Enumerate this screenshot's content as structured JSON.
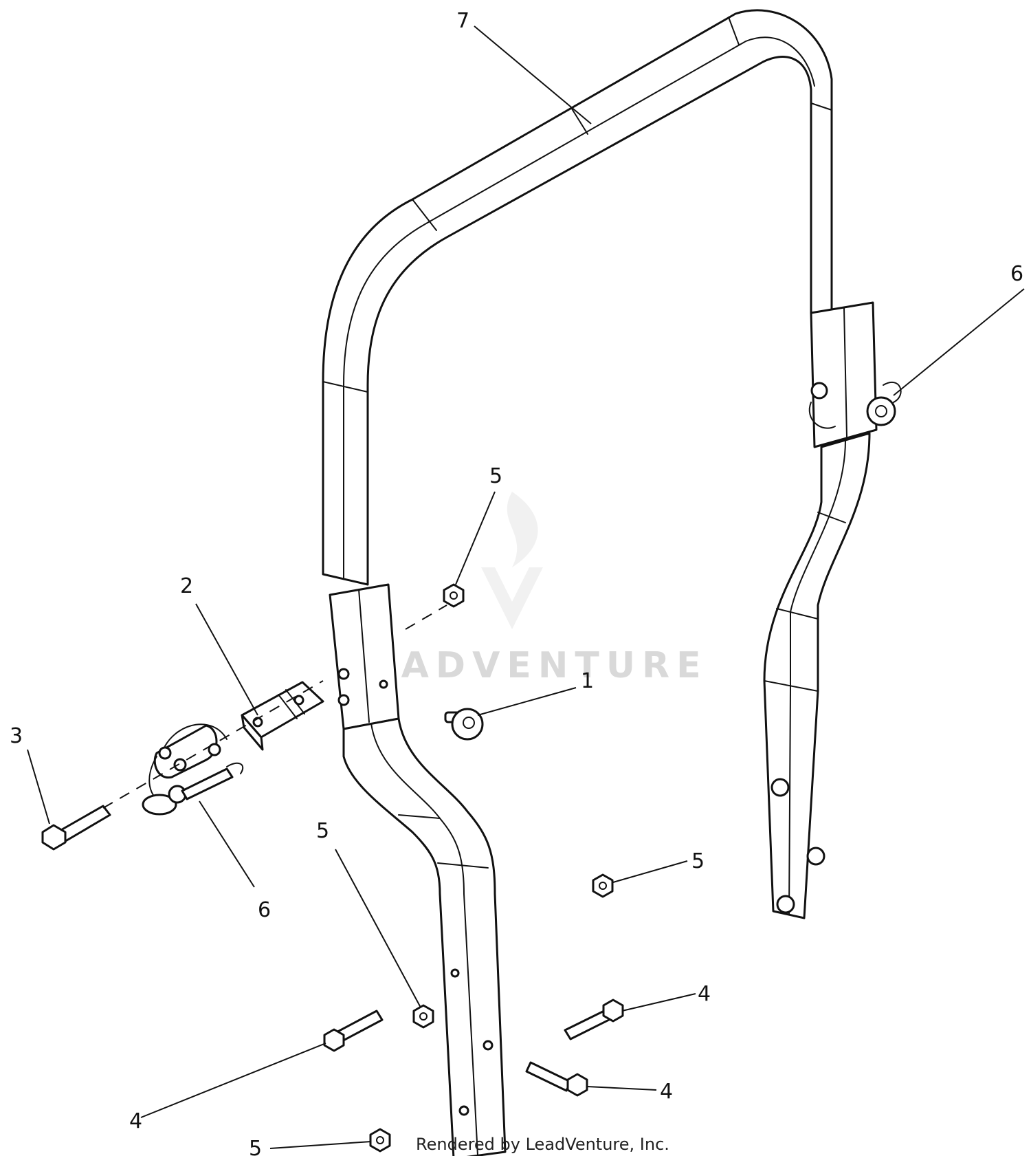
{
  "credit": "Rendered by LeadVenture, Inc.",
  "watermark": "LEADVENTURE",
  "callouts": [
    "1",
    "2",
    "3",
    "4",
    "5",
    "6",
    "7"
  ],
  "colors": {
    "line": "#111111",
    "watermark": "#d9d9d9",
    "background": "#ffffff"
  }
}
